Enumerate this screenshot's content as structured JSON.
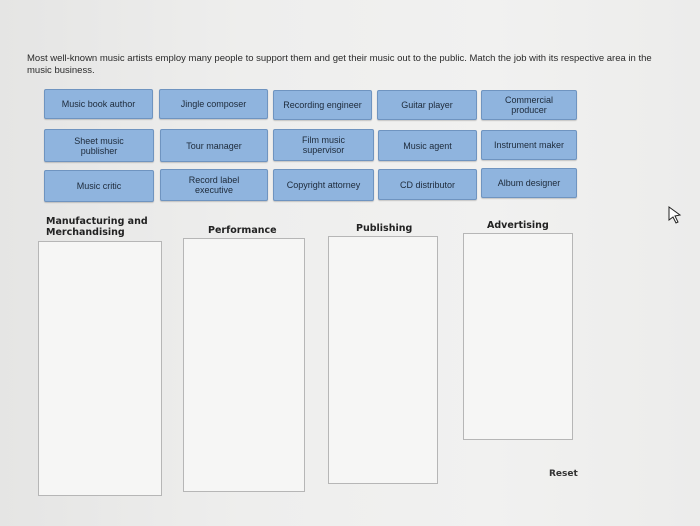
{
  "question": {
    "text": "Most well-known music artists employ many people to support them and get their music out to the public. Match the job with its respective area in the music business."
  },
  "chips": [
    {
      "label": "Music book author"
    },
    {
      "label": "Jingle composer"
    },
    {
      "label": "Recording engineer"
    },
    {
      "label": "Guitar player"
    },
    {
      "label": "Commercial producer"
    },
    {
      "label": "Sheet music publisher"
    },
    {
      "label": "Tour manager"
    },
    {
      "label": "Film music supervisor"
    },
    {
      "label": "Music agent"
    },
    {
      "label": "Instrument maker"
    },
    {
      "label": "Music critic"
    },
    {
      "label": "Record label executive"
    },
    {
      "label": "Copyright attorney"
    },
    {
      "label": "CD distributor"
    },
    {
      "label": "Album designer"
    }
  ],
  "bins": [
    {
      "label": "Manufacturing and Merchandising"
    },
    {
      "label": "Performance"
    },
    {
      "label": "Publishing"
    },
    {
      "label": "Advertising"
    }
  ],
  "reset_label": "Reset",
  "icons": {
    "cursor": "pointer-cursor-icon"
  },
  "colors": {
    "chip": "#8fb4de",
    "chip_border": "#6f94c0",
    "bin_bg": "#f6f6f5"
  }
}
